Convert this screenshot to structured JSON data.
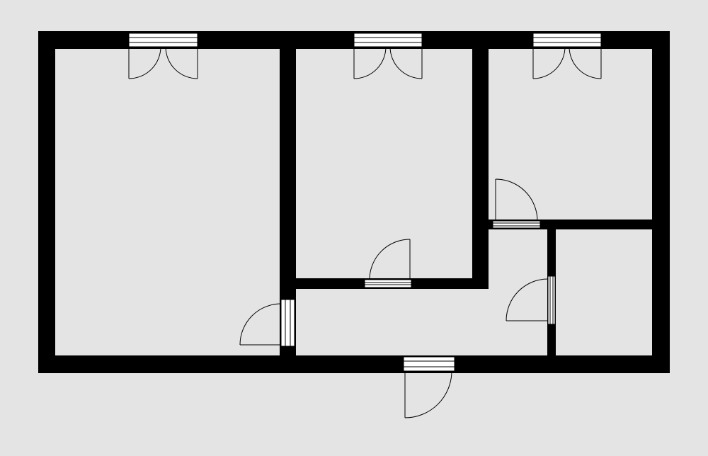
{
  "diagram": {
    "type": "floor-plan",
    "rooms": [
      {
        "name": "room-west"
      },
      {
        "name": "room-center"
      },
      {
        "name": "room-east"
      },
      {
        "name": "room-small-southeast"
      },
      {
        "name": "hallway"
      }
    ],
    "windows": [
      {
        "name": "window-west",
        "style": "double-casement"
      },
      {
        "name": "window-center",
        "style": "double-casement"
      },
      {
        "name": "window-east",
        "style": "double-casement"
      }
    ],
    "doors": [
      {
        "name": "entrance-door",
        "style": "single-swing"
      },
      {
        "name": "door-west-room",
        "style": "single-swing"
      },
      {
        "name": "door-center-room",
        "style": "single-swing"
      },
      {
        "name": "door-east-room",
        "style": "single-swing"
      },
      {
        "name": "door-small-room",
        "style": "single-swing"
      }
    ],
    "colors": {
      "background": "#e4e4e4",
      "wall": "#000000",
      "opening": "#ffffff",
      "line": "#000000"
    }
  }
}
